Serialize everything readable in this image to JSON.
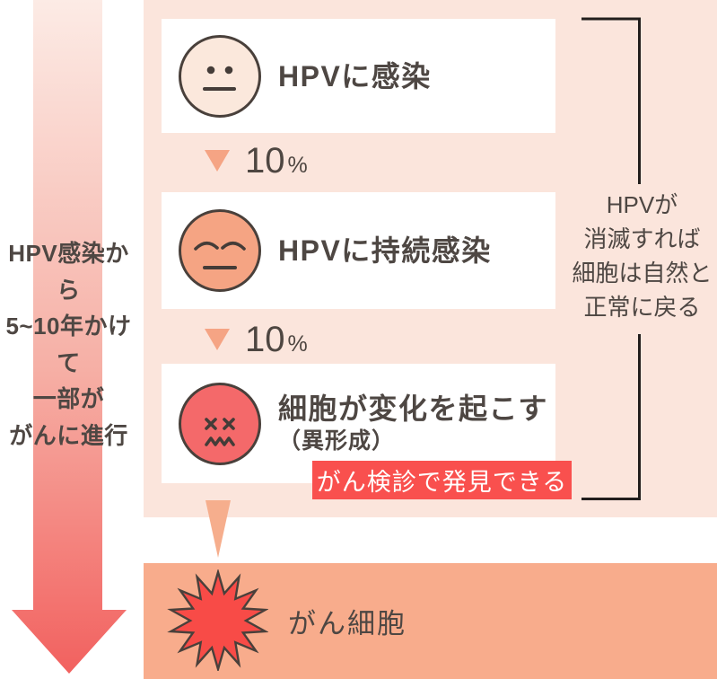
{
  "left_arrow": {
    "icon": "big-down-arrow-icon",
    "lines": [
      "HPV感染から",
      "5~10年かけて",
      "一部が",
      "がんに進行"
    ]
  },
  "panel": {
    "steps": [
      {
        "icon": "neutral-face-icon",
        "label": "HPVに感染"
      },
      {
        "icon": "sad-face-icon",
        "label": "HPVに持続感染"
      },
      {
        "icon": "dizzy-face-icon",
        "label": "細胞が変化を起こす",
        "sublabel": "（異形成）"
      }
    ],
    "transitions": [
      {
        "rate": "10",
        "unit": "%"
      },
      {
        "rate": "10",
        "unit": "%"
      }
    ],
    "badge": "がん検診で発見できる"
  },
  "side_note": {
    "lines": [
      "HPVが",
      "消滅すれば",
      "細胞は自然と",
      "正常に戻る"
    ]
  },
  "outcome": {
    "icon": "burst-icon",
    "label": "がん細胞"
  },
  "colors": {
    "panel_bg": "#FBE5DC",
    "card_bg": "#FFFFFF",
    "face_stage1_fill": "#FBE8DC",
    "face_stage2_fill": "#F5A483",
    "face_stage3_fill": "#F4696A",
    "face_outline": "#49403B",
    "transition_triangle": "#F5A484",
    "connector_triangle": "#F6AE8D",
    "badge_bg": "#F9504E",
    "badge_text": "#FFFFFF",
    "outcome_bg": "#F8AC8C",
    "burst_fill": "#F84B47",
    "text_dark": "#4E4743",
    "arrow_gradient_top": "#FCEBE5",
    "arrow_gradient_bottom": "#F2615F",
    "bracket_line": "#221E1D"
  }
}
